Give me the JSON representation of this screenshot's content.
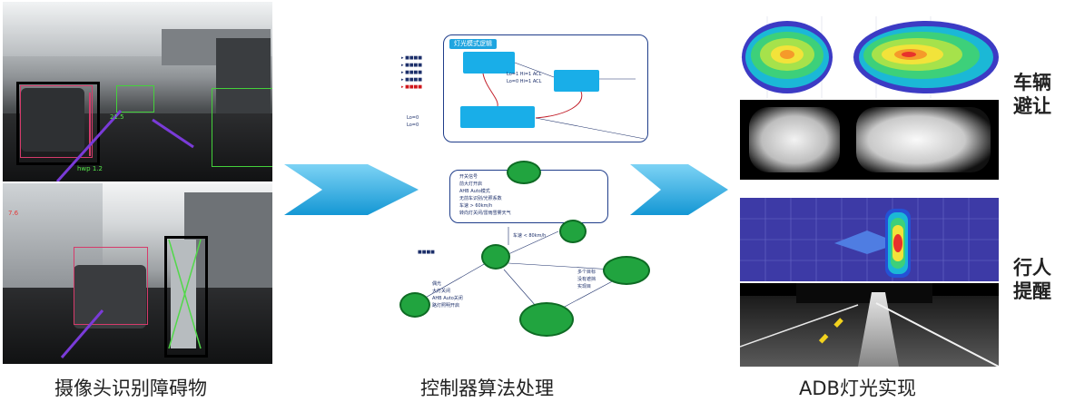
{
  "captions": {
    "camera": "摄像头识别障碍物",
    "controller": "控制器算法处理",
    "adb": "ADB灯光实现"
  },
  "labels": {
    "vehicle_avoid": [
      "车辆",
      "避让"
    ],
    "pedestrian_alert": [
      "行人",
      "提醒"
    ]
  },
  "camera_overlay": {
    "hwp": "hwp 1.2",
    "speed_top": "21.5",
    "left_value": "7.6"
  },
  "flow": {
    "state_box_title": "灯光模式逻辑",
    "top_row_texts": [
      "Lo=1 Hi=1 ACL",
      "Lo=0 Hi=1 ACL"
    ],
    "speed_condition": "车速 < 80km/h",
    "legend_lines": [
      "开关信号",
      "前大灯开启",
      "AHB Auto模式",
      "无前车识别/光照系数",
      "车速 > 60km/h",
      "转向灯关闭/雷雨雪雾天气"
    ],
    "conditions": [
      "偶光",
      "大灯关闭",
      "AHB Auto关闭",
      "路灯照明开启"
    ],
    "multi_target": [
      "多个目标",
      "没有遮挡",
      "实现目"
    ]
  },
  "colors": {
    "arrow": "#29abe2",
    "oval": "#21a43f",
    "state_box": "#19aee8",
    "heat_bg_top": "#ffffff",
    "heat_bg_bottom": "#3d3aa6"
  }
}
